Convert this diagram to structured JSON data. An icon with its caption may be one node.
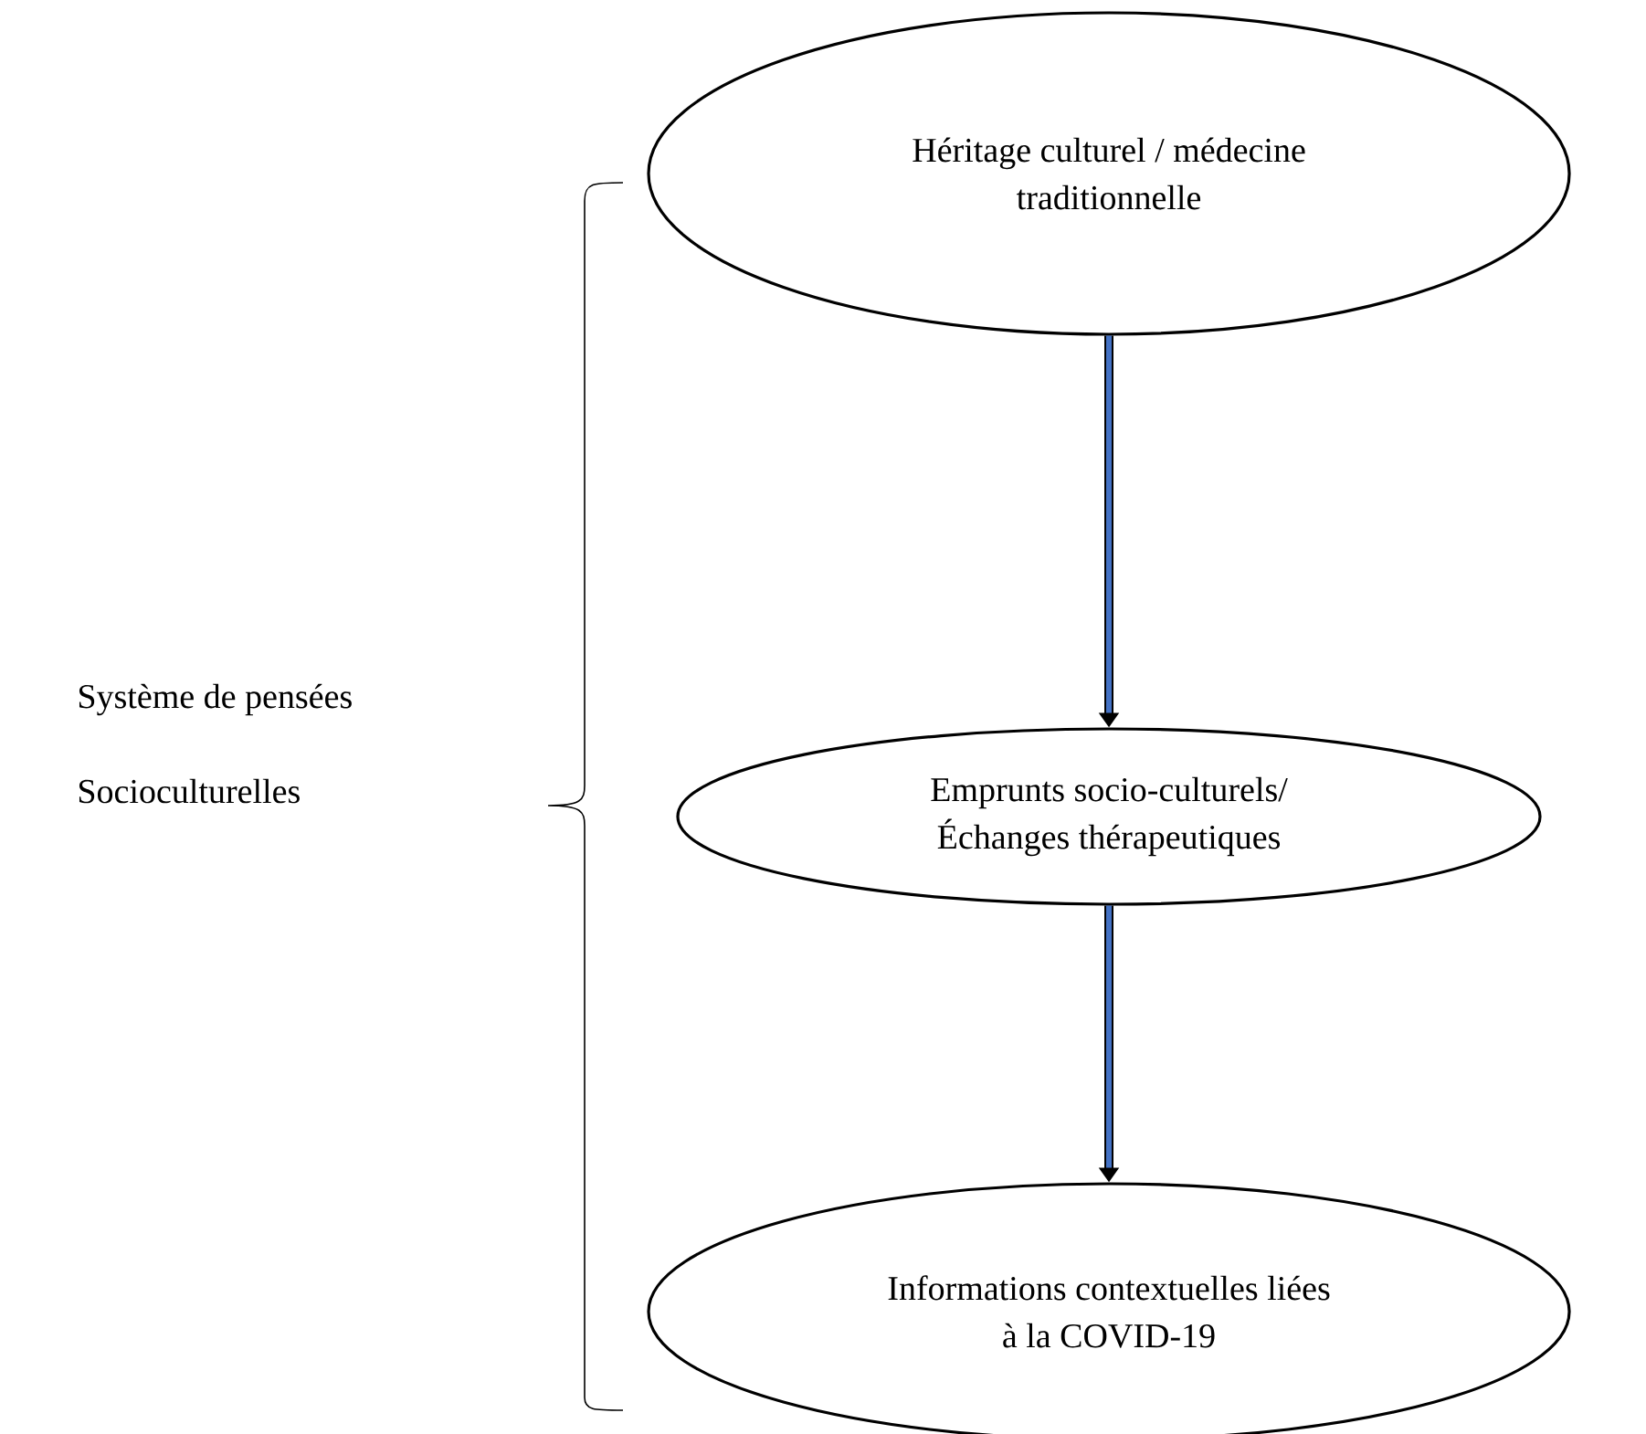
{
  "diagram": {
    "nodes": [
      {
        "text": [
          "Héritage culturel / médecine traditionnelle"
        ]
      },
      {
        "text": [
          "Emprunts socio-culturels/ Échanges thérapeutiques"
        ]
      },
      {
        "text": [
          "Informations contextuelles liées à la COVID-19"
        ]
      }
    ],
    "edges": [
      {
        "from": 0,
        "to": 1,
        "arrow": "to"
      },
      {
        "from": 1,
        "to": 2,
        "arrow": "to"
      }
    ],
    "labels": [
      "Système de pensées",
      "Socioculturelles"
    ]
  }
}
